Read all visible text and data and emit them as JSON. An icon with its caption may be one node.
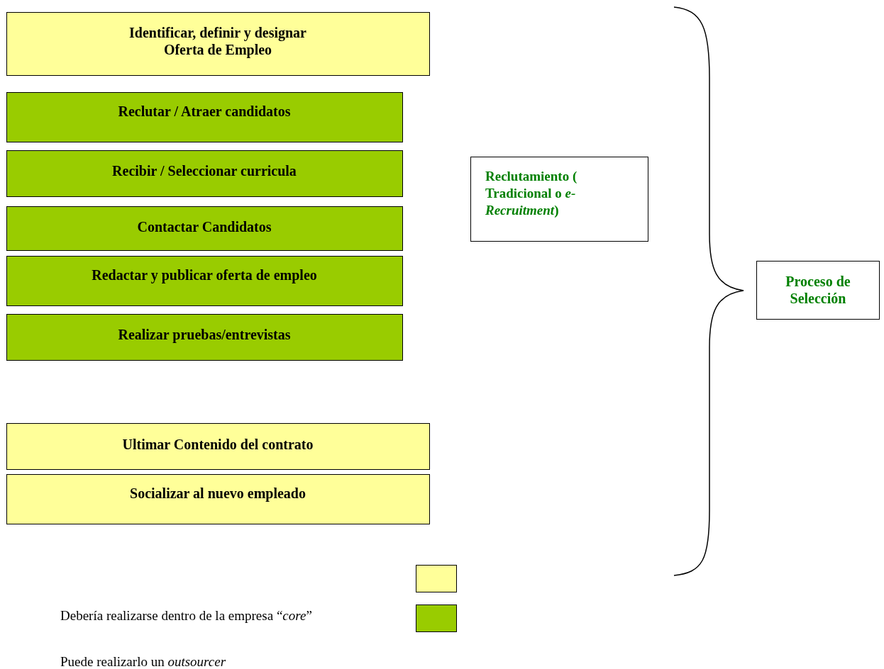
{
  "diagram": {
    "nodes": [
      {
        "text": [
          "Identificar, definir y designar Oferta de Empleo"
        ]
      },
      {
        "text": [
          "Reclutar / Atraer candidatos"
        ]
      },
      {
        "text": [
          "Recibir / Seleccionar curricula"
        ]
      },
      {
        "text": [
          "Contactar Candidatos"
        ]
      },
      {
        "text": [
          "Redactar y publicar oferta de empleo"
        ]
      },
      {
        "text": [
          "Realizar pruebas/entrevistas"
        ]
      },
      {
        "text": [
          "Ultimar Contenido del contrato"
        ]
      },
      {
        "text": [
          "Socializar al nuevo empleado"
        ]
      },
      {
        "text": [
          "Reclutamiento ( Tradicional o *e-Recruitment*)"
        ]
      },
      {
        "text": [
          "Proceso de Selección"
        ]
      }
    ],
    "edges": [],
    "legend": [
      {
        "text": "Debería realizarse dentro de la empresa “*core*”",
        "color": "#99cc00"
      },
      {
        "text": "Puede realizarlo un *outsourcer*",
        "color": "#ffff99"
      }
    ]
  }
}
